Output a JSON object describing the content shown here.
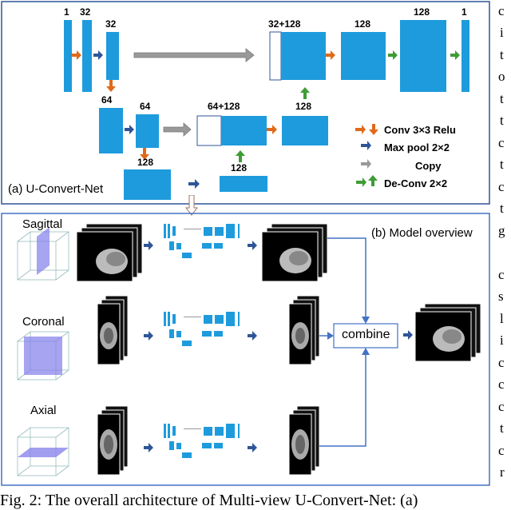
{
  "panel_a": {
    "title": "(a) U-Convert-Net",
    "channels": [
      "1",
      "32",
      "32",
      "64",
      "64",
      "128",
      "64+128",
      "128",
      "128",
      "32+128",
      "128",
      "128",
      "1"
    ],
    "legend": [
      "Conv 3×3 Relu",
      "Max pool 2×2",
      "Copy",
      "De-Conv 2×2"
    ],
    "colors": {
      "block": "#1e9bdc",
      "conv": "#e06a1a",
      "pool": "#2f5597",
      "copy": "#8c8c8c",
      "deconv": "#3f9c35",
      "border": "#2f5597"
    }
  },
  "panel_b": {
    "title": "(b) Model overview",
    "views": [
      "Sagittal",
      "Coronal",
      "Axial"
    ],
    "combine_label": "combine",
    "colors": {
      "plane": "#8a86ec",
      "arrow": "#2f5597",
      "border": "#4472c4"
    }
  },
  "right_margin_letters": [
    "c",
    "i",
    "t",
    "o",
    "t",
    "t",
    "c",
    "t",
    "c",
    "t",
    "g",
    "c",
    "s",
    "l",
    "i",
    "c",
    "c",
    "c",
    "t",
    "c",
    "r"
  ],
  "caption": "Fig. 2: The overall architecture of Multi-view U-Convert-Net: (a)"
}
